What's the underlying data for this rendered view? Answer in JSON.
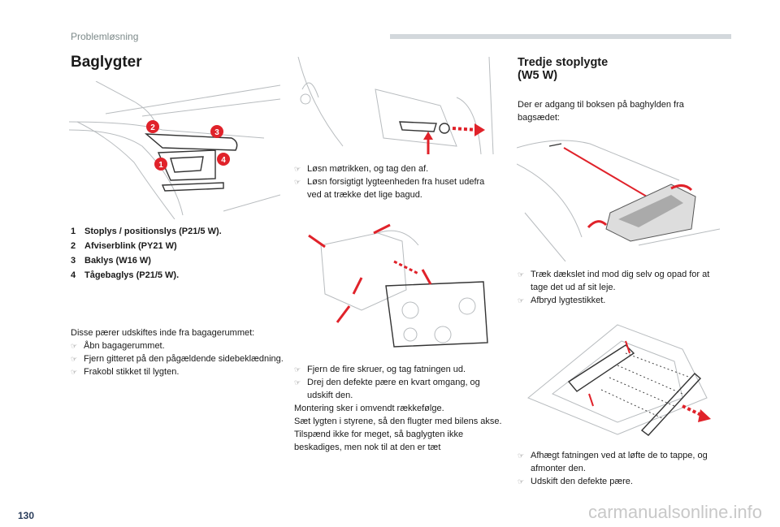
{
  "header": {
    "section": "Problemløsning",
    "page_number": "130"
  },
  "left": {
    "title": "Baglygter",
    "callouts": [
      "1",
      "2",
      "3",
      "4"
    ],
    "legend": [
      {
        "n": "1",
        "text": "Stoplys / positionslys (P21/5 W)."
      },
      {
        "n": "2",
        "text": "Afviserblink (PY21 W)"
      },
      {
        "n": "3",
        "text": "Baklys (W16 W)"
      },
      {
        "n": "4",
        "text": "Tågebaglys (P21/5 W)."
      }
    ],
    "intro": "Disse pærer udskiftes inde fra bagagerummet:",
    "steps": [
      "Åbn bagagerummet.",
      "Fjern gitteret på den pågældende sidebeklædning.",
      "Frakobl stikket til lygten."
    ]
  },
  "middle": {
    "steps1": [
      "Løsn møtrikken, og tag den af.",
      "Løsn forsigtigt lygteenheden fra huset udefra ved at trække det lige bagud."
    ],
    "steps2": [
      "Fjern de fire skruer, og tag fatningen ud.",
      "Drej den defekte pære en kvart omgang, og udskift den."
    ],
    "notes": [
      "Montering sker i omvendt rækkefølge.",
      "Sæt lygten i styrene, så den flugter med bilens akse.",
      "Tilspænd ikke for meget, så baglygten ikke beskadiges, men nok til at den er tæt"
    ]
  },
  "right": {
    "title_line1": "Tredje stoplygte",
    "title_line2": "(W5 W)",
    "intro": "Der er adgang til boksen på baghylden fra bagsædet:",
    "steps1": [
      "Træk dækslet ind mod dig selv og opad for at tage det ud af sit leje.",
      "Afbryd lygtestikket."
    ],
    "steps2": [
      "Afhægt fatningen ved at løfte de to tappe, og afmonter den.",
      "Udskift den defekte pære."
    ]
  },
  "bullet_glyph": "☞",
  "watermark": "carmanualsonline.info",
  "colors": {
    "accent_red": "#e0222a",
    "section_gray": "#7d8a8a",
    "bar": "#d3d8dc"
  }
}
